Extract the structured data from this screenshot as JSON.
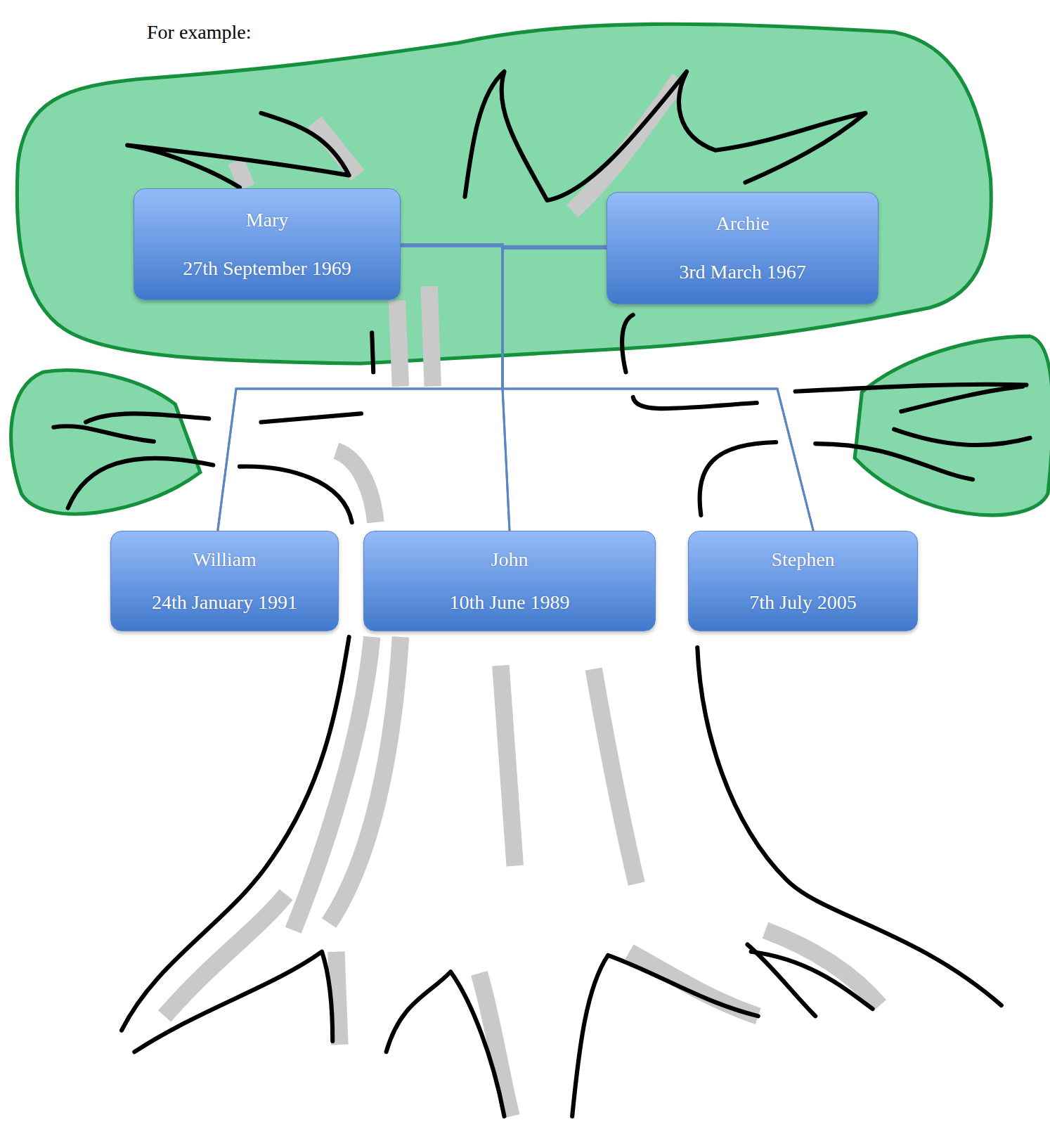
{
  "diagram": {
    "nodes": [
      {
        "text": [
          "Mary",
          "27th September 1969"
        ]
      },
      {
        "text": [
          "Archie",
          "3rd March 1967"
        ]
      },
      {
        "text": [
          "William",
          "24th January 1991"
        ]
      },
      {
        "text": [
          "John",
          "10th June 1989"
        ]
      },
      {
        "text": [
          "Stephen",
          "7th July 2005"
        ]
      }
    ],
    "edges": [
      {
        "from": 0,
        "to": 1,
        "arrow": "none"
      },
      {
        "from": 0,
        "to": 2,
        "arrow": "none"
      },
      {
        "from": 0,
        "to": 3,
        "arrow": "none"
      },
      {
        "from": 0,
        "to": 4,
        "arrow": "none"
      },
      {
        "from": 1,
        "to": 2,
        "arrow": "none"
      },
      {
        "from": 1,
        "to": 3,
        "arrow": "none"
      },
      {
        "from": 1,
        "to": 4,
        "arrow": "none"
      }
    ],
    "labels": [
      "For example:"
    ]
  }
}
